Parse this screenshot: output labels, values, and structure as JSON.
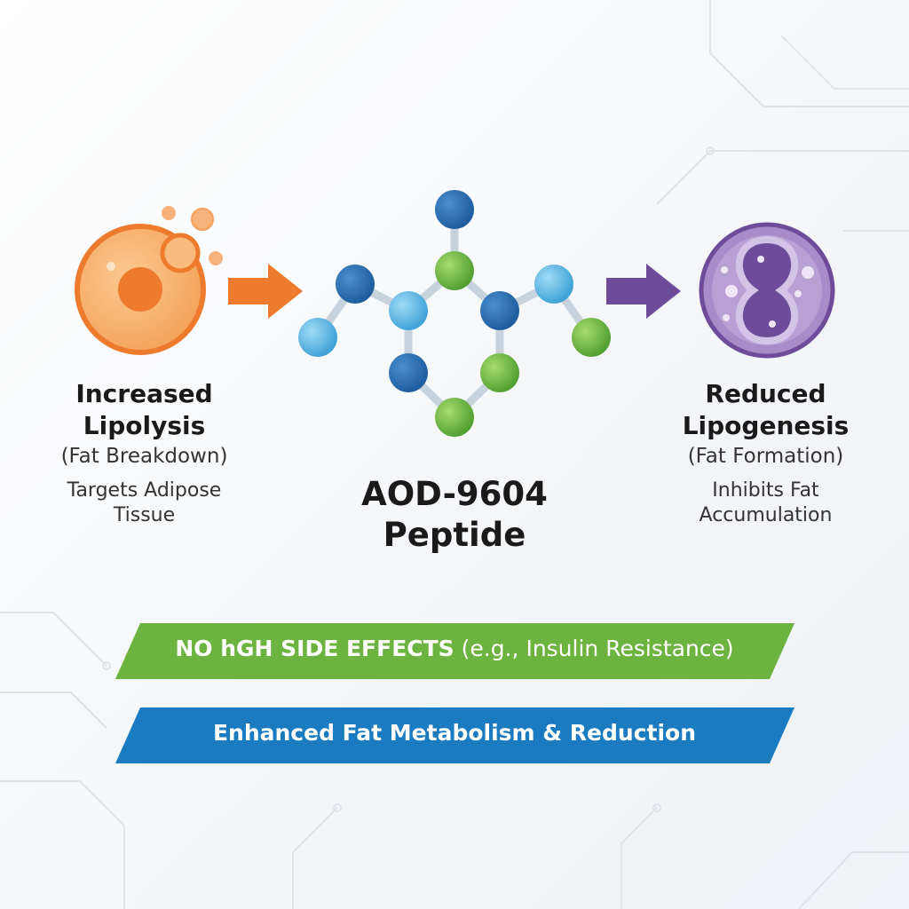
{
  "left": {
    "title_line1": "Increased",
    "title_line2": "Lipolysis",
    "subtitle": "(Fat Breakdown)",
    "desc_line1": "Targets Adipose",
    "desc_line2": "Tissue"
  },
  "center": {
    "title_line1": "AOD-9604",
    "title_line2": "Peptide"
  },
  "right": {
    "title_line1": "Reduced",
    "title_line2": "Lipogenesis",
    "subtitle": "(Fat Formation)",
    "desc_line1": "Inhibits Fat",
    "desc_line2": "Accumulation"
  },
  "banners": {
    "green_bold": "NO hGH SIDE EFFECTS",
    "green_rest": " (e.g., Insulin Resistance)",
    "blue": "Enhanced Fat Metabolism & Reduction"
  },
  "colors": {
    "orange": "#ee7a2e",
    "purple": "#6e4c9a",
    "green": "#6cb33f",
    "blue": "#1a7bc1"
  }
}
